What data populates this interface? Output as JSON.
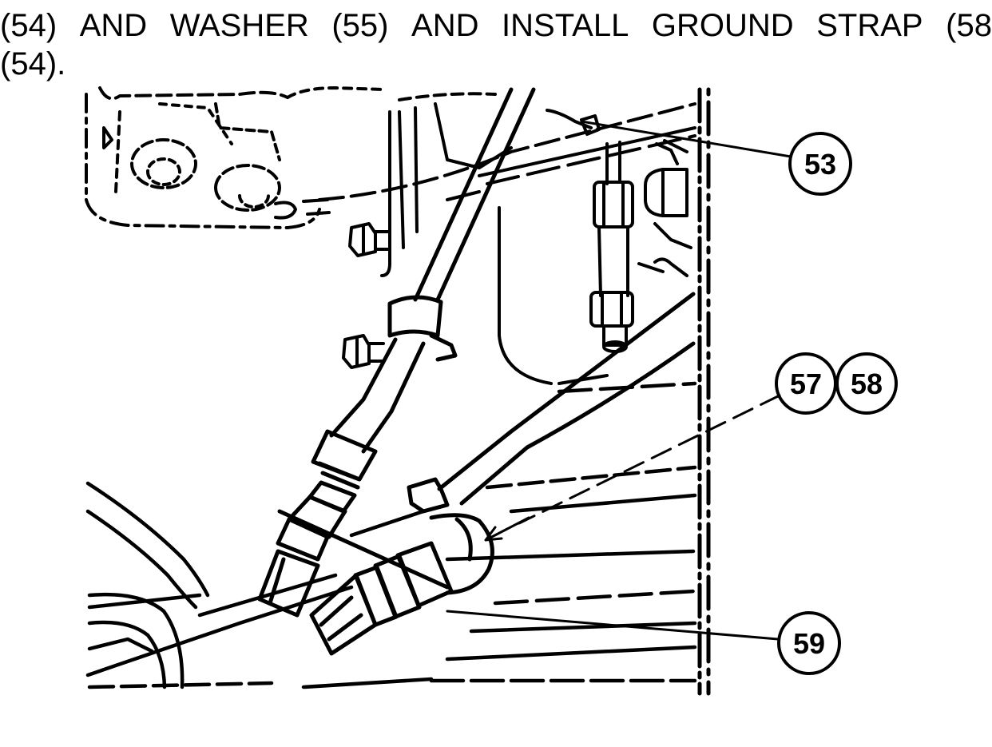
{
  "instruction": {
    "line1_words": [
      "(54)",
      "AND",
      "WASHER",
      "(55)",
      "AND",
      "INSTALL",
      "GROUND",
      "STRAP",
      "(58"
    ],
    "line2": "(54)."
  },
  "callouts": {
    "c53": "53",
    "c57": "57",
    "c58": "58",
    "c59": "59"
  },
  "colors": {
    "ink": "#000000",
    "paper": "#ffffff"
  }
}
